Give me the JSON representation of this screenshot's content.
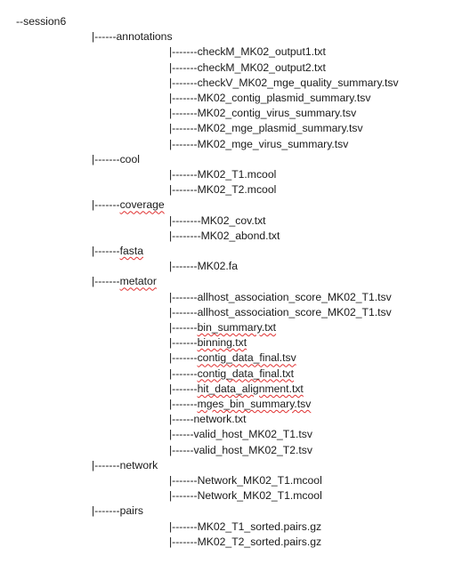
{
  "root": "--session6",
  "folders": [
    {
      "prefix": "|------",
      "name": "annotations",
      "spellcheck": false,
      "files": [
        {
          "prefix": "|-------",
          "name": "checkM_MK02_output1.txt",
          "spellcheck": false
        },
        {
          "prefix": "|-------",
          "name": "checkM_MK02_output2.txt",
          "spellcheck": false
        },
        {
          "prefix": "|-------",
          "name": "checkV_MK02_mge_quality_summary.tsv",
          "spellcheck": false
        },
        {
          "prefix": "|-------",
          "name": "MK02_contig_plasmid_summary.tsv",
          "spellcheck": false
        },
        {
          "prefix": "|-------",
          "name": "MK02_contig_virus_summary.tsv",
          "spellcheck": false
        },
        {
          "prefix": "|-------",
          "name": "MK02_mge_plasmid_summary.tsv",
          "spellcheck": false
        },
        {
          "prefix": "|-------",
          "name": "MK02_mge_virus_summary.tsv",
          "spellcheck": false
        }
      ]
    },
    {
      "prefix": "|-------",
      "name": "cool",
      "spellcheck": false,
      "files": [
        {
          "prefix": "|-------",
          "name": "MK02_T1.mcool",
          "spellcheck": false
        },
        {
          "prefix": "|-------",
          "name": "MK02_T2.mcool",
          "spellcheck": false
        }
      ]
    },
    {
      "prefix": "|-------",
      "name": "coverage",
      "spellcheck": true,
      "files": [
        {
          "prefix": "|--------",
          "name": "MK02_cov.txt",
          "spellcheck": false
        },
        {
          "prefix": "|--------",
          "name": "MK02_abond.txt",
          "spellcheck": false
        }
      ]
    },
    {
      "prefix": "|-------",
      "name": "fasta",
      "spellcheck": true,
      "files": [
        {
          "prefix": "|-------",
          "name": "MK02.fa",
          "spellcheck": false
        }
      ]
    },
    {
      "prefix": "|-------",
      "name": "metator",
      "spellcheck": true,
      "files": [
        {
          "prefix": "|-------",
          "name": "allhost_association_score_MK02_T1.tsv",
          "spellcheck": false
        },
        {
          "prefix": "|-------",
          "name": "allhost_association_score_MK02_T1.tsv",
          "spellcheck": false
        },
        {
          "prefix": "|-------",
          "name": "bin_summary.txt",
          "spellcheck": true
        },
        {
          "prefix": "|-------",
          "name": "binning.txt",
          "spellcheck": true
        },
        {
          "prefix": "|-------",
          "name": "contig_data_final.tsv",
          "spellcheck": true
        },
        {
          "prefix": "|-------",
          "name": "contig_data_final.txt",
          "spellcheck": true
        },
        {
          "prefix": "|-------",
          "name": "hit_data_alignment.txt",
          "spellcheck": true
        },
        {
          "prefix": "|-------",
          "name": "mges_bin_summary.tsv",
          "spellcheck": true
        },
        {
          "prefix": "|------",
          "name": "network.txt",
          "spellcheck": false
        },
        {
          "prefix": "|------",
          "name": "valid_host_MK02_T1.tsv",
          "spellcheck": false
        },
        {
          "prefix": "|------",
          "name": "valid_host_MK02_T2.tsv",
          "spellcheck": false
        }
      ]
    },
    {
      "prefix": "|-------",
      "name": "network",
      "spellcheck": false,
      "files": [
        {
          "prefix": "|-------",
          "name": "Network_MK02_T1.mcool",
          "spellcheck": false
        },
        {
          "prefix": "|-------",
          "name": "Network_MK02_T1.mcool",
          "spellcheck": false
        }
      ]
    },
    {
      "prefix": "|-------",
      "name": "pairs",
      "spellcheck": false,
      "files": [
        {
          "prefix": "|-------",
          "name": "MK02_T1_sorted.pairs.gz",
          "spellcheck": false
        },
        {
          "prefix": "|-------",
          "name": "MK02_T2_sorted.pairs.gz",
          "spellcheck": false
        }
      ]
    }
  ]
}
